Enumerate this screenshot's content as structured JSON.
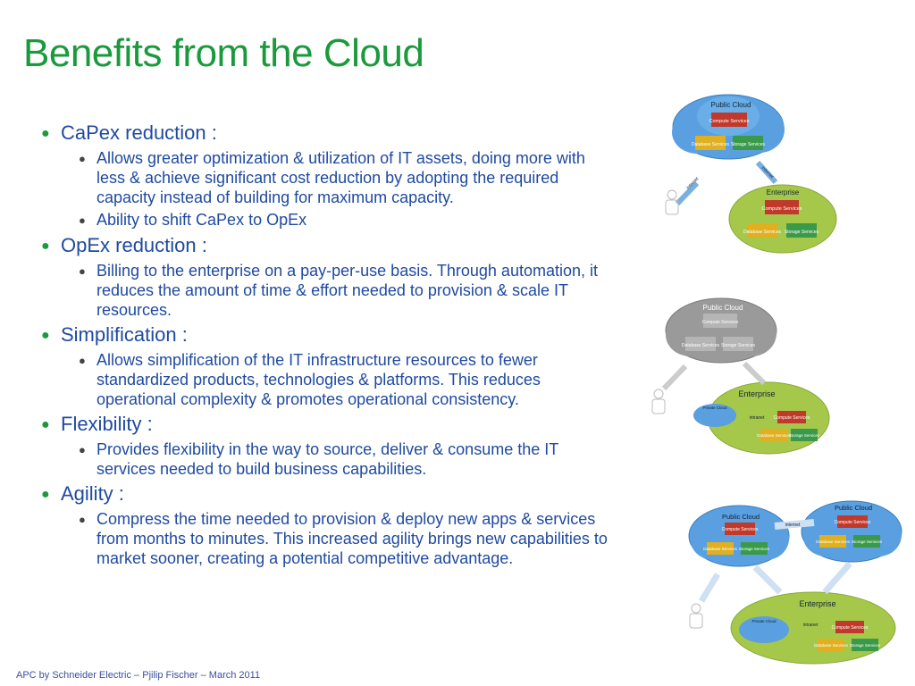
{
  "title": "Benefits from the Cloud",
  "sections": [
    {
      "heading": "CaPex reduction :",
      "items": [
        "Allows greater optimization & utilization of IT assets, doing more with less & achieve significant cost reduction by adopting the required capacity instead of building for maximum capacity.",
        "Ability to shift CaPex to OpEx"
      ]
    },
    {
      "heading": "OpEx reduction :",
      "items": [
        "Billing to the enterprise on a pay-per-use basis. Through automation, it reduces the amount of time & effort needed to provision & scale IT resources."
      ]
    },
    {
      "heading": "Simplification :",
      "items": [
        "Allows simplification of the IT infrastructure resources to fewer standardized products, technologies & platforms. This reduces operational complexity & promotes operational consistency."
      ]
    },
    {
      "heading": "Flexibility :",
      "items": [
        "Provides flexibility in the way to source, deliver & consume the IT services needed to build business capabilities."
      ]
    },
    {
      "heading": "Agility :",
      "items": [
        "Compress the time needed to provision & deploy new apps & services from months to minutes. This increased agility brings new capabilities to market sooner, creating a potential competitive advantage."
      ]
    }
  ],
  "bullet": "●",
  "footer": "APC by Schneider Electric – Pjilip Fischer – March 2011",
  "diagrams": {
    "public_cloud": "Public Cloud",
    "enterprise": "Enterprise",
    "compute": "Compute Services",
    "database": "Database Services",
    "storage": "Storage Services",
    "private_cloud": "Private Cloud",
    "internet": "internet",
    "intranet": "intranet"
  },
  "colors": {
    "title": "#1a9a3c",
    "text": "#1f4aa0",
    "cloud_blue": "#5a9fe0",
    "enterprise_green": "#a6c84a",
    "compute_red": "#c0392b",
    "database_yellow": "#e0b020",
    "storage_green": "#3a9a4a",
    "cloud_gray": "#9a9a9a"
  }
}
